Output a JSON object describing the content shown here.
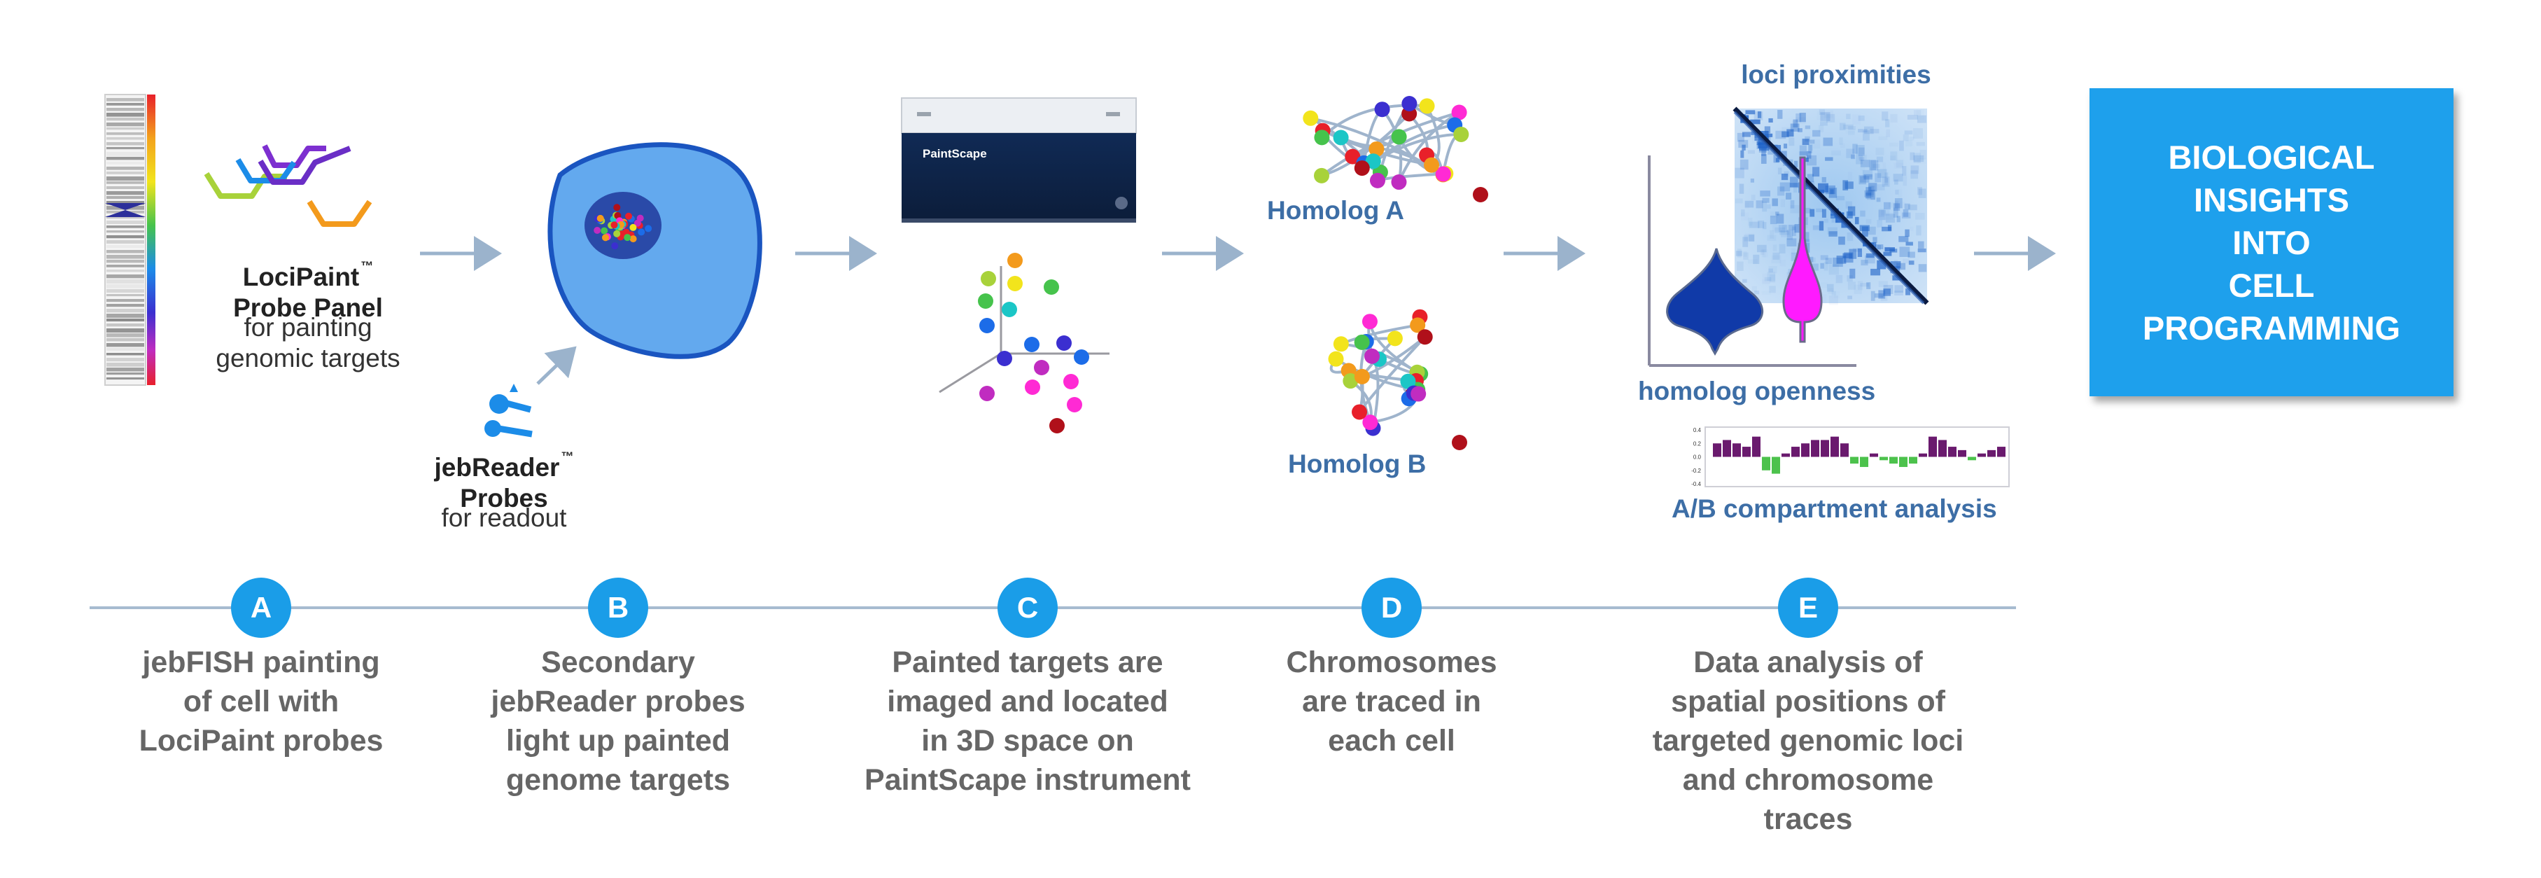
{
  "probe_panel": {
    "name": "LociPaint",
    "tm": "™",
    "title_line2": "Probe Panel",
    "sub_line1": "for painting",
    "sub_line2": "genomic targets"
  },
  "reader_probes": {
    "name": "jebReader",
    "tm": "™",
    "title_line2": "Probes",
    "sub_line1": "for readout"
  },
  "instrument_brand": "PaintScape",
  "homolog_a": "Homolog A",
  "homolog_b": "Homolog B",
  "loci_proximities": "loci proximities",
  "homolog_openness": "homolog openness",
  "ab_compartment": "A/B compartment analysis",
  "insight_box": "BIOLOGICAL\nINSIGHTS\nINTO\nCELL\nPROGRAMMING",
  "steps": [
    {
      "letter": "A",
      "lines": [
        "jebFISH painting",
        "of cell with",
        "LociPaint probes"
      ]
    },
    {
      "letter": "B",
      "lines": [
        "Secondary",
        "jebReader probes",
        "light up painted",
        "genome targets"
      ]
    },
    {
      "letter": "C",
      "lines": [
        "Painted targets are",
        "imaged and located",
        "in 3D space on",
        "PaintScape instrument"
      ]
    },
    {
      "letter": "D",
      "lines": [
        "Chromosomes",
        "are traced in",
        "each cell"
      ]
    },
    {
      "letter": "E",
      "lines": [
        "Data analysis of",
        "spatial positions of",
        "targeted genomic loci",
        "and chromosome",
        "traces"
      ]
    }
  ],
  "colors": {
    "accent_blue": "#1ea0ec",
    "label_blue": "#3d6ea6",
    "arrow": "#9bb3cc",
    "step_text": "#666666",
    "bar_positive": "#6a1a6e",
    "bar_negative": "#4cc24c"
  },
  "chart_data": {
    "type": "bar",
    "title": "A/B compartment analysis",
    "ylim": [
      -0.4,
      0.4
    ],
    "yticks": [
      "0.4",
      "0.2",
      "0.0",
      "-0.2",
      "-0.4"
    ],
    "values": [
      0.2,
      0.25,
      0.2,
      0.15,
      0.3,
      -0.2,
      -0.25,
      0.05,
      0.15,
      0.2,
      0.25,
      0.25,
      0.3,
      0.2,
      -0.1,
      -0.15,
      0.05,
      -0.05,
      -0.1,
      -0.15,
      -0.1,
      0.05,
      0.3,
      0.25,
      0.15,
      0.1,
      -0.05,
      0.05,
      0.1,
      0.15
    ]
  }
}
